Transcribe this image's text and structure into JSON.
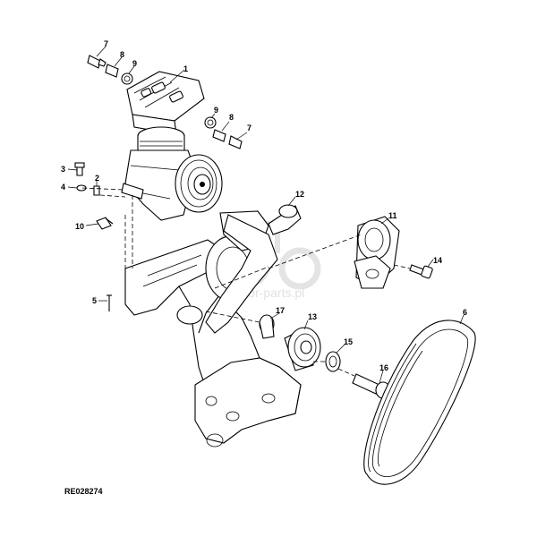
{
  "diagram": {
    "reference_code": "RE028274",
    "watermark_text": "traktor-parts.pl",
    "callouts": [
      {
        "id": "c1",
        "label": "1"
      },
      {
        "id": "c2",
        "label": "2"
      },
      {
        "id": "c3",
        "label": "3"
      },
      {
        "id": "c4",
        "label": "4"
      },
      {
        "id": "c5",
        "label": "5"
      },
      {
        "id": "c6",
        "label": "6"
      },
      {
        "id": "c7a",
        "label": "7"
      },
      {
        "id": "c7b",
        "label": "7"
      },
      {
        "id": "c8a",
        "label": "8"
      },
      {
        "id": "c8b",
        "label": "8"
      },
      {
        "id": "c9a",
        "label": "9"
      },
      {
        "id": "c9b",
        "label": "9"
      },
      {
        "id": "c10",
        "label": "10"
      },
      {
        "id": "c11",
        "label": "11"
      },
      {
        "id": "c12",
        "label": "12"
      },
      {
        "id": "c13",
        "label": "13"
      },
      {
        "id": "c14",
        "label": "14"
      },
      {
        "id": "c15",
        "label": "15"
      },
      {
        "id": "c16",
        "label": "16"
      },
      {
        "id": "c17",
        "label": "17"
      }
    ]
  }
}
